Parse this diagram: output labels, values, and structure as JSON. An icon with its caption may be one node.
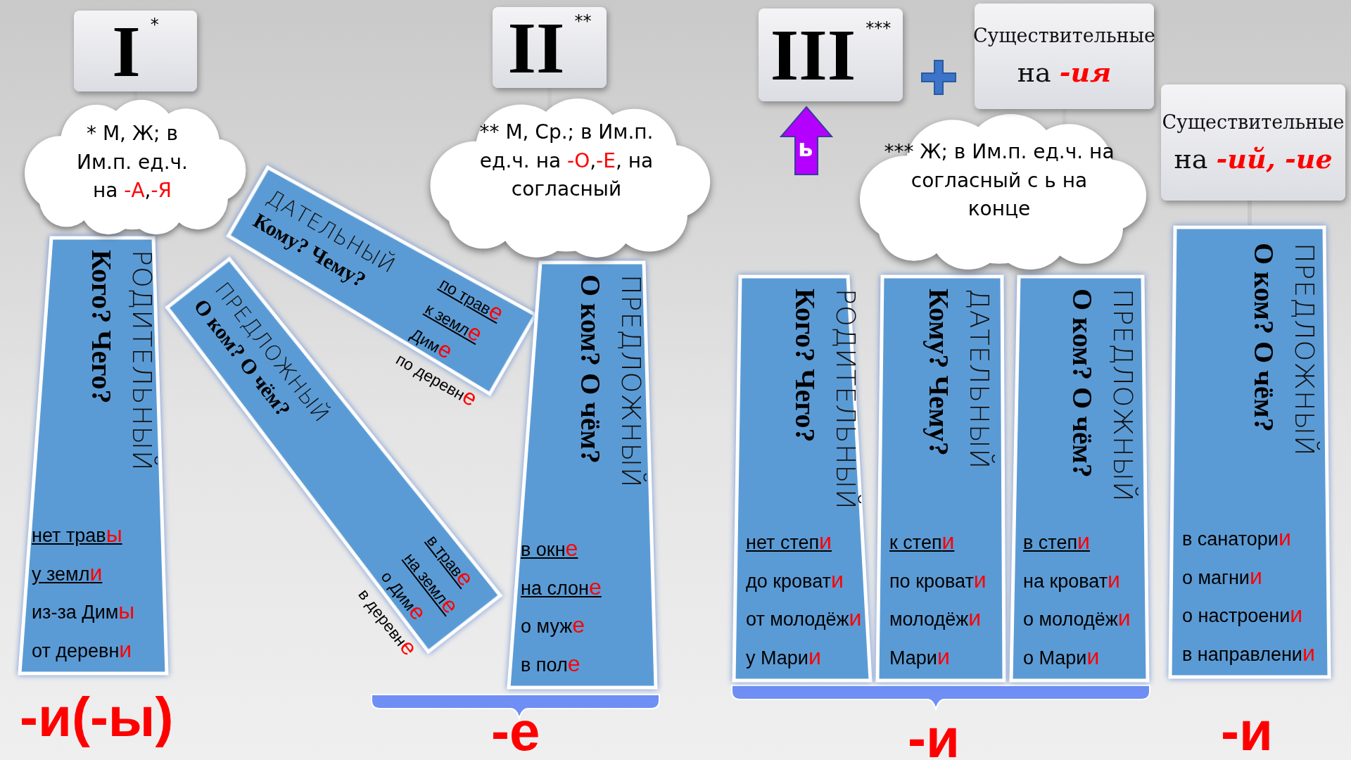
{
  "diagram": {
    "nodes": [
      {
        "text": [
          "I$^{*}$"
        ]
      },
      {
        "text": [
          "II$^{**}$"
        ]
      },
      {
        "text": [
          "III$^{***}$"
        ]
      },
      {
        "text": [
          "Существительные",
          "на **-ия**"
        ]
      },
      {
        "text": [
          "Существительные",
          "на **-ий, -ие**"
        ]
      },
      {
        "text": [
          "* М, Ж; в Им.п. ед.ч. на **-А**,**-Я**"
        ]
      },
      {
        "text": [
          "** М, Ср.; в Им.п. ед.ч. на **-О**,**-Е**, на согласный"
        ]
      },
      {
        "text": [
          "ь"
        ]
      },
      {
        "text": [
          "*** Ж; в Им.п. ед.ч. на согласный с ь на конце"
        ]
      },
      {
        "text": [
          "РОДИТЕЛЬНЫЙ",
          "Кого? Чего?",
          "нет трав**ы**",
          "у земл**и**",
          "из-за Дим**ы**",
          "от деревн**и**"
        ]
      },
      {
        "text": [
          "ДАТЕЛЬНЫЙ",
          "Кому? Чему?",
          "по трав**е**",
          "к земл**е**",
          "Дим**е**",
          "по деревн**е**"
        ]
      },
      {
        "text": [
          "ПРЕДЛОЖНЫЙ",
          "О ком? О чём?",
          "в трав**е**",
          "на земл**е**",
          "о Дим**е**",
          "в деревн**е**"
        ]
      },
      {
        "text": [
          "ПРЕДЛОЖНЫЙ",
          "О ком? О чём?",
          "в окн**е**",
          "на слон**е**",
          "о муж**е**",
          "в пол**е**"
        ]
      },
      {
        "text": [
          "РОДИТЕЛЬНЫЙ",
          "Кого? Чего?",
          "нет степ**и**",
          "до кроват**и**",
          "от молодёж**и**",
          "у Мари**и**"
        ]
      },
      {
        "text": [
          "ДАТЕЛЬНЫЙ",
          "Кому? Чему?",
          "к степ**и**",
          "по кроват**и**",
          "молодёж**и**",
          "Мари**и**"
        ]
      },
      {
        "text": [
          "ПРЕДЛОЖНЫЙ",
          "О ком? О чём?",
          "в степ**и**",
          "на кроват**и**",
          "о молодёж**и**",
          "о Мари**и**"
        ]
      },
      {
        "text": [
          "ПРЕДЛОЖНЫЙ",
          "О ком? О чём?",
          "в санатори**и**",
          "о магни**и**",
          "о настроени**и**",
          "в направлени**и**"
        ]
      },
      {
        "text": [],
        "shape": "bracket"
      },
      {
        "text": [],
        "shape": "bracket"
      }
    ],
    "edges": [
      {
        "from": 0,
        "to": 5,
        "arrow": "none"
      },
      {
        "from": 1,
        "to": 6,
        "arrow": "none"
      },
      {
        "from": 3,
        "to": 8,
        "arrow": "none"
      },
      {
        "from": 4,
        "to": 16,
        "arrow": "none"
      }
    ],
    "labels": [
      "-и(-ы)",
      "-е",
      "-и",
      "-и"
    ]
  }
}
